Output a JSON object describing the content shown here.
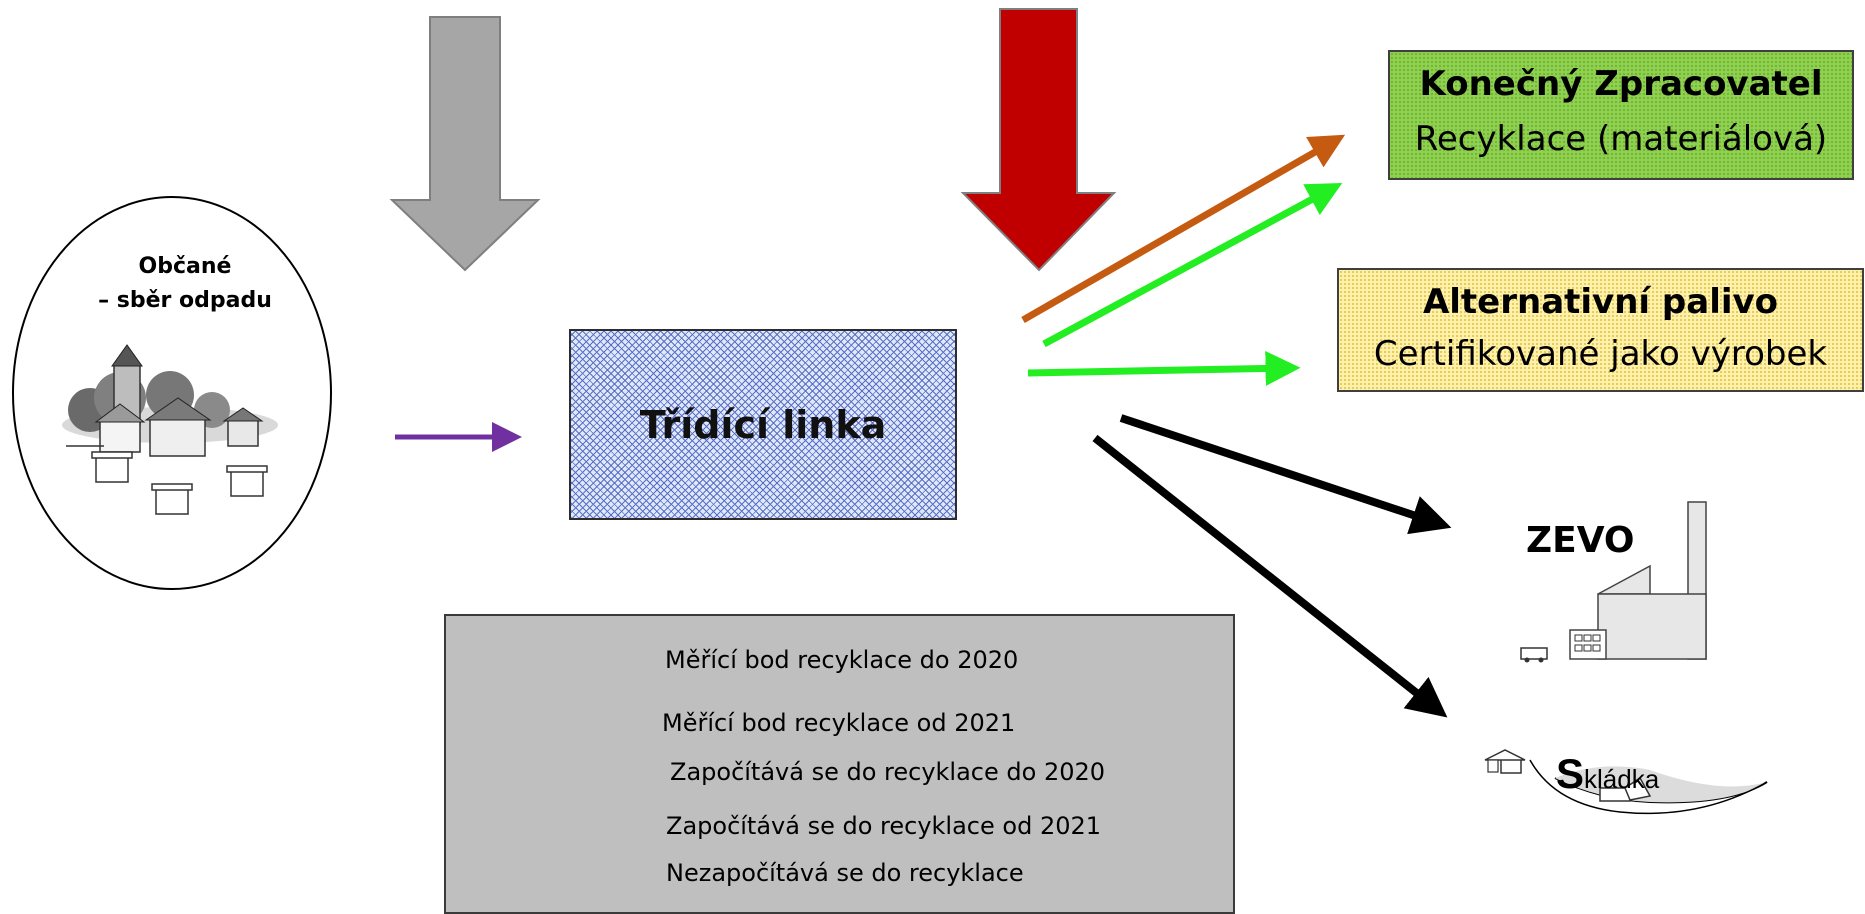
{
  "citizens": {
    "line1": "Občané",
    "line2": "– sběr odpadu"
  },
  "sorting_line": {
    "label": "Třídící linka"
  },
  "destinations": {
    "final_processor": {
      "title": "Konečný Zpracovatel",
      "subtitle": "Recyklace (materiálová)"
    },
    "alternative_fuel": {
      "title": "Alternativní palivo",
      "subtitle": "Certifikované jako výrobek"
    },
    "zevo": {
      "label": "ZEVO"
    },
    "landfill": {
      "initial": "S",
      "rest": "kládka"
    }
  },
  "legend": {
    "items": [
      {
        "text": "Měřící bod recyklace do 2020",
        "symbol": "grey-down-arrow",
        "color": "#a6a6a6"
      },
      {
        "text": "Měřící bod recyklace od 2021",
        "symbol": "red-down-arrow",
        "color": "#c00000"
      },
      {
        "text": "Započítává se do recyklace do 2020",
        "symbol": "green-right-arrow",
        "color": "#22ee22"
      },
      {
        "text": "Započítává se do recyklace od 2021",
        "symbol": "orange-right-arrow",
        "color": "#c55a11"
      },
      {
        "text": "Nezapočítává se do recyklace",
        "symbol": "black-right-arrow",
        "color": "#000000"
      }
    ]
  },
  "colors": {
    "input_arrow": "#7030a0",
    "green_flow": "#22ee22",
    "orange_flow": "#c55a11",
    "black_flow": "#000000",
    "grey_measure": "#a6a6a6",
    "red_measure": "#c00000",
    "final_box": "#8fd14f",
    "fuel_box": "#fff2a8"
  }
}
